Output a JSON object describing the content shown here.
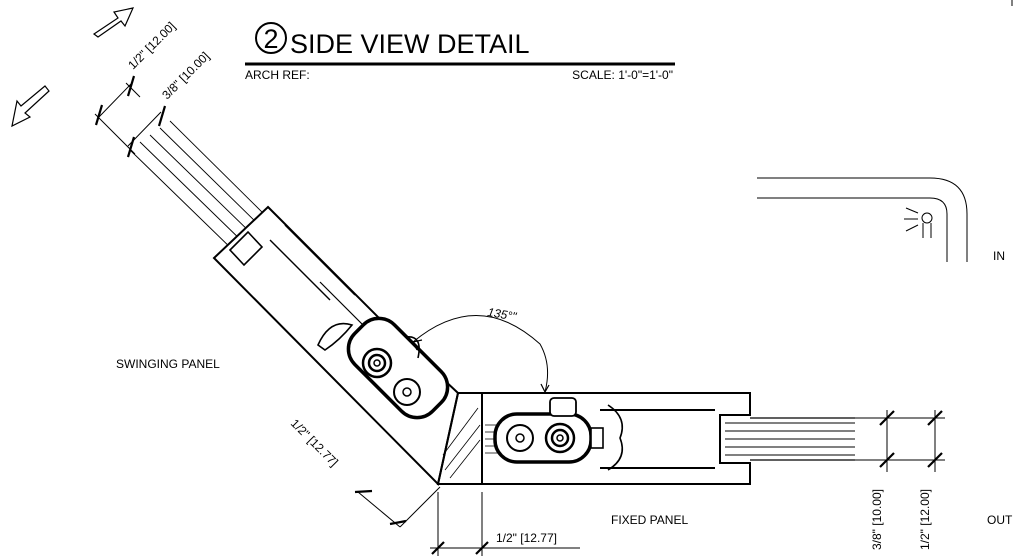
{
  "title_block": {
    "detail_number": "2",
    "title": "SIDE VIEW DETAIL",
    "arch_ref": "ARCH REF:",
    "scale": "SCALE: 1'-0\"=1'-0\""
  },
  "labels": {
    "swinging_panel": "SWINGING PANEL",
    "fixed_panel": "FIXED PANEL",
    "in": "IN",
    "out": "OUT",
    "angle": "135°\""
  },
  "dimensions": {
    "swing_outer": "1/2\" [12.00]",
    "swing_inner": "3/8\" [10.00]",
    "fixed_inner": "3/8\" [10.00]",
    "fixed_outer": "1/2\" [12.00]",
    "bottom_diag": "1/2\" [12.77]",
    "bottom_horiz": "1/2\" [12.77]"
  },
  "icons": [
    "open-arrow-icon",
    "close-arrow-icon",
    "light-fixture-icon"
  ],
  "colors": {
    "line": "#000000",
    "background": "#ffffff"
  }
}
